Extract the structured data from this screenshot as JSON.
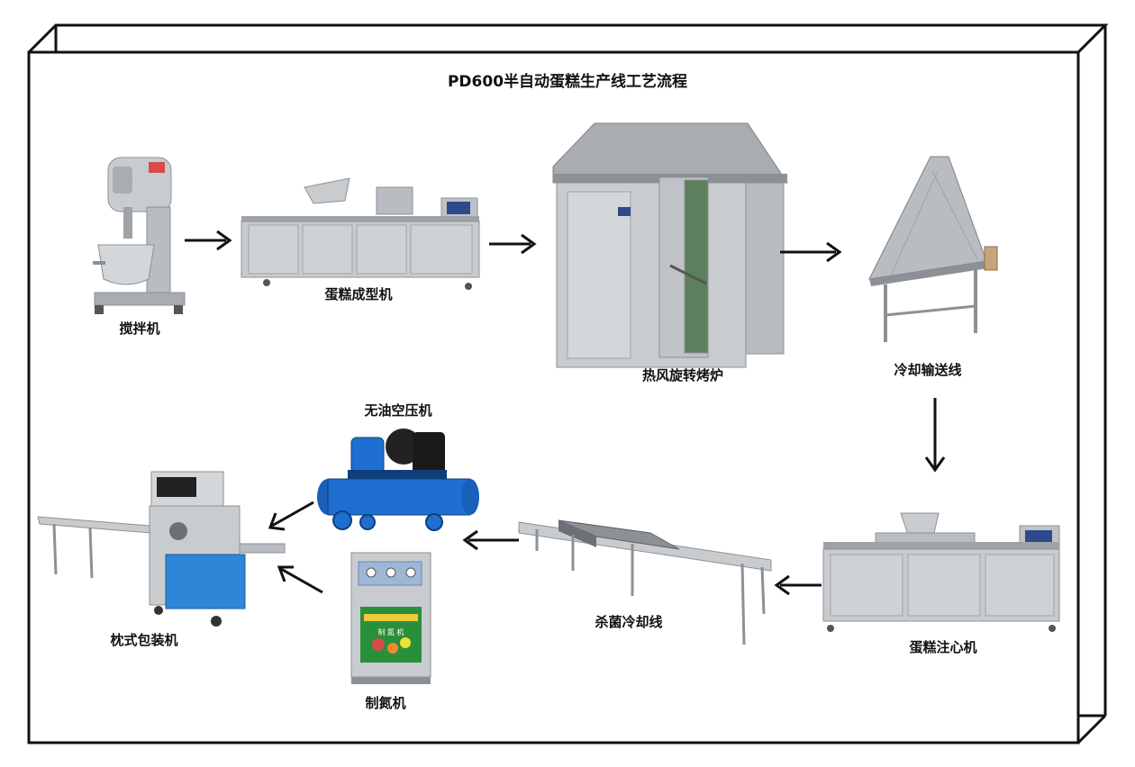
{
  "title": "PD600半自动蛋糕生产线工艺流程",
  "steps": {
    "mixer": "搅拌机",
    "forming": "蛋糕成型机",
    "oven": "热风旋转烤炉",
    "cooling_conveyor": "冷却输送线",
    "filling": "蛋糕注心机",
    "sterilize_cooling": "杀菌冷却线",
    "air_compressor": "无油空压机",
    "nitrogen": "制氮机",
    "pillow_packing": "枕式包装机"
  },
  "nitrogen_panel_text": "制 氮 机",
  "colors": {
    "steel": "#c9cccf",
    "steel_dark": "#8d9196",
    "compressor_blue": "#1f6fd1",
    "packer_blue": "#2f86d8",
    "arrow": "#111111"
  }
}
